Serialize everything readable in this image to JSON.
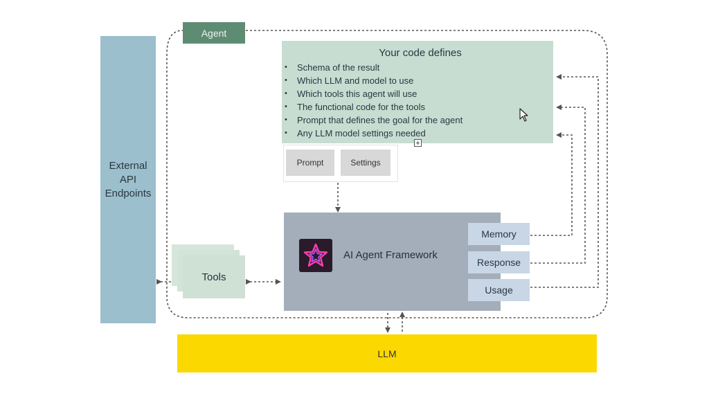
{
  "external_api": {
    "label": "External\nAPI\nEndpoints"
  },
  "agent_tag": {
    "label": "Agent"
  },
  "code_box": {
    "title": "Your code defines",
    "items": [
      "Schema of the result",
      "Which LLM and model to use",
      "Which tools this agent will use",
      "The functional code for the tools",
      "Prompt that defines the goal for the agent",
      "Any LLM model settings needed"
    ]
  },
  "buttons": {
    "prompt": "Prompt",
    "settings": "Settings"
  },
  "framework": {
    "label": "AI Agent Framework",
    "logo_icon": "star-logo-icon"
  },
  "outputs": {
    "memory": "Memory",
    "response": "Response",
    "usage": "Usage"
  },
  "tools": {
    "label": "Tools"
  },
  "llm": {
    "label": "LLM"
  },
  "colors": {
    "external_api": "#9bbfcc",
    "agent_tag": "#5e8c73",
    "code_box": "#c8ddd2",
    "framework": "#a4aebb",
    "outputs": "#c8d6e6",
    "tools": "#d6e6dc",
    "llm": "#fcd801"
  }
}
